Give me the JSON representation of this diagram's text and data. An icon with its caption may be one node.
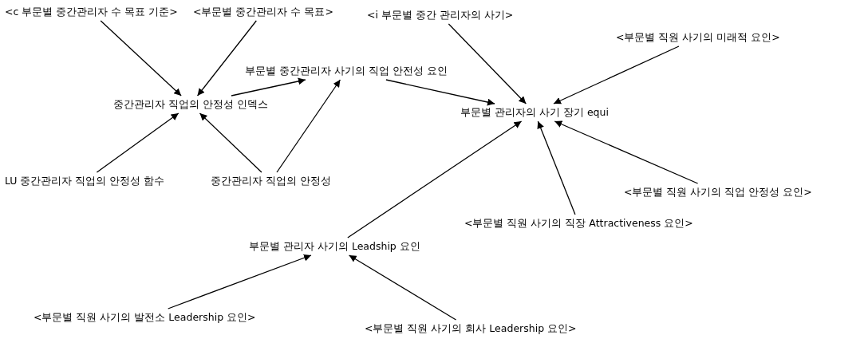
{
  "diagram": {
    "nodes": [
      {
        "text": [
          "<c 부문별 중간관리자 수 목표 기준>"
        ]
      },
      {
        "text": [
          "<부문별 중간관리자 수 목표>"
        ]
      },
      {
        "text": [
          "<i 부문별 중간 관리자의 사기>"
        ]
      },
      {
        "text": [
          "<부문별 직원 사기의 미래적 요인>"
        ]
      },
      {
        "text": [
          "부문별 중간관리자 사기의 직업 안전성 요인"
        ]
      },
      {
        "text": [
          "중간관리자 직업의 안정성 인덱스"
        ]
      },
      {
        "text": [
          "부문별 관리자의 사기 장기 equi"
        ]
      },
      {
        "text": [
          "LU 중간관리자 직업의 안정성 함수"
        ]
      },
      {
        "text": [
          "중간관리자 직업의 안정성"
        ]
      },
      {
        "text": [
          "<부문별 직원 사기의 직업 안정성 요인>"
        ]
      },
      {
        "text": [
          "<부문별 직원 사기의 직장 Attractiveness 요인>"
        ]
      },
      {
        "text": [
          "부문별 관리자 사기의 Leadship 요인"
        ]
      },
      {
        "text": [
          "<부문별 직원 사기의 발전소 Leadership 요인>"
        ]
      },
      {
        "text": [
          "<부문별 직원 사기의 회사 Leadership 요인>"
        ]
      }
    ],
    "edges": [
      {
        "from": 0,
        "to": 5,
        "arrow": "to"
      },
      {
        "from": 1,
        "to": 5,
        "arrow": "to"
      },
      {
        "from": 7,
        "to": 5,
        "arrow": "to"
      },
      {
        "from": 8,
        "to": 5,
        "arrow": "to"
      },
      {
        "from": 5,
        "to": 4,
        "arrow": "to"
      },
      {
        "from": 8,
        "to": 4,
        "arrow": "to"
      },
      {
        "from": 4,
        "to": 6,
        "arrow": "to"
      },
      {
        "from": 2,
        "to": 6,
        "arrow": "to"
      },
      {
        "from": 3,
        "to": 6,
        "arrow": "to"
      },
      {
        "from": 11,
        "to": 6,
        "arrow": "to"
      },
      {
        "from": 10,
        "to": 6,
        "arrow": "to"
      },
      {
        "from": 9,
        "to": 6,
        "arrow": "to"
      },
      {
        "from": 12,
        "to": 11,
        "arrow": "to"
      },
      {
        "from": 13,
        "to": 11,
        "arrow": "to"
      }
    ]
  }
}
